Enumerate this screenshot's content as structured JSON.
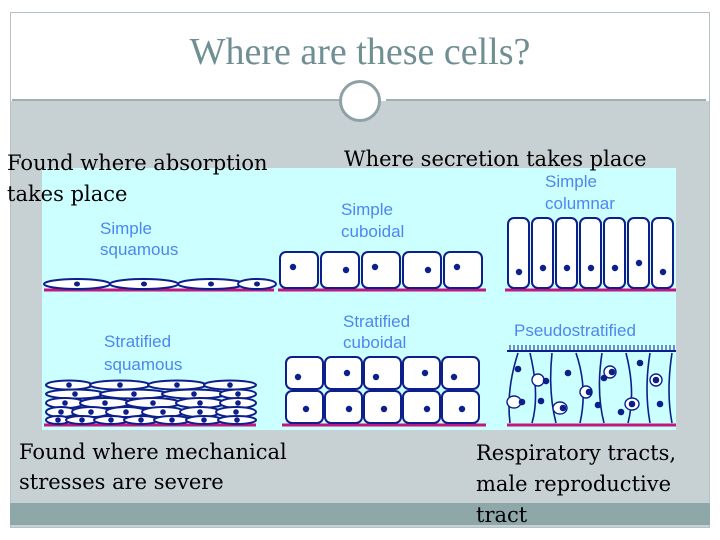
{
  "title": "Where are these cells?",
  "captions": {
    "top_left": [
      "Found where absorption",
      "takes place"
    ],
    "top_right": "Where secretion takes place",
    "bottom_left": [
      "Found where mechanical",
      "stresses are severe"
    ],
    "bottom_right": [
      "Respiratory tracts,",
      "male reproductive",
      "tract"
    ]
  },
  "cell_labels": {
    "simple_squamous": [
      "Simple",
      "squamous"
    ],
    "stratified_squamous": [
      "Stratified",
      "squamous"
    ],
    "simple_cuboidal": [
      "Simple",
      "cuboidal"
    ],
    "stratified_cuboidal": [
      "Stratified",
      "cuboidal"
    ],
    "simple_columnar": [
      "Simple",
      "columnar"
    ],
    "pseudostratified": [
      "Pseudostratified"
    ]
  },
  "colors": {
    "title": "#6f8f93",
    "cell_label": "#4d86f0",
    "panel_background": "#ccffff",
    "cell_outline": "#0d1f8a",
    "nucleus": "#0d1f8a",
    "basement_membrane": "#c0187e",
    "slide_background": "#c7d1d4",
    "footer_band": "#8ea8aa",
    "divider": "#9eb0b4"
  }
}
